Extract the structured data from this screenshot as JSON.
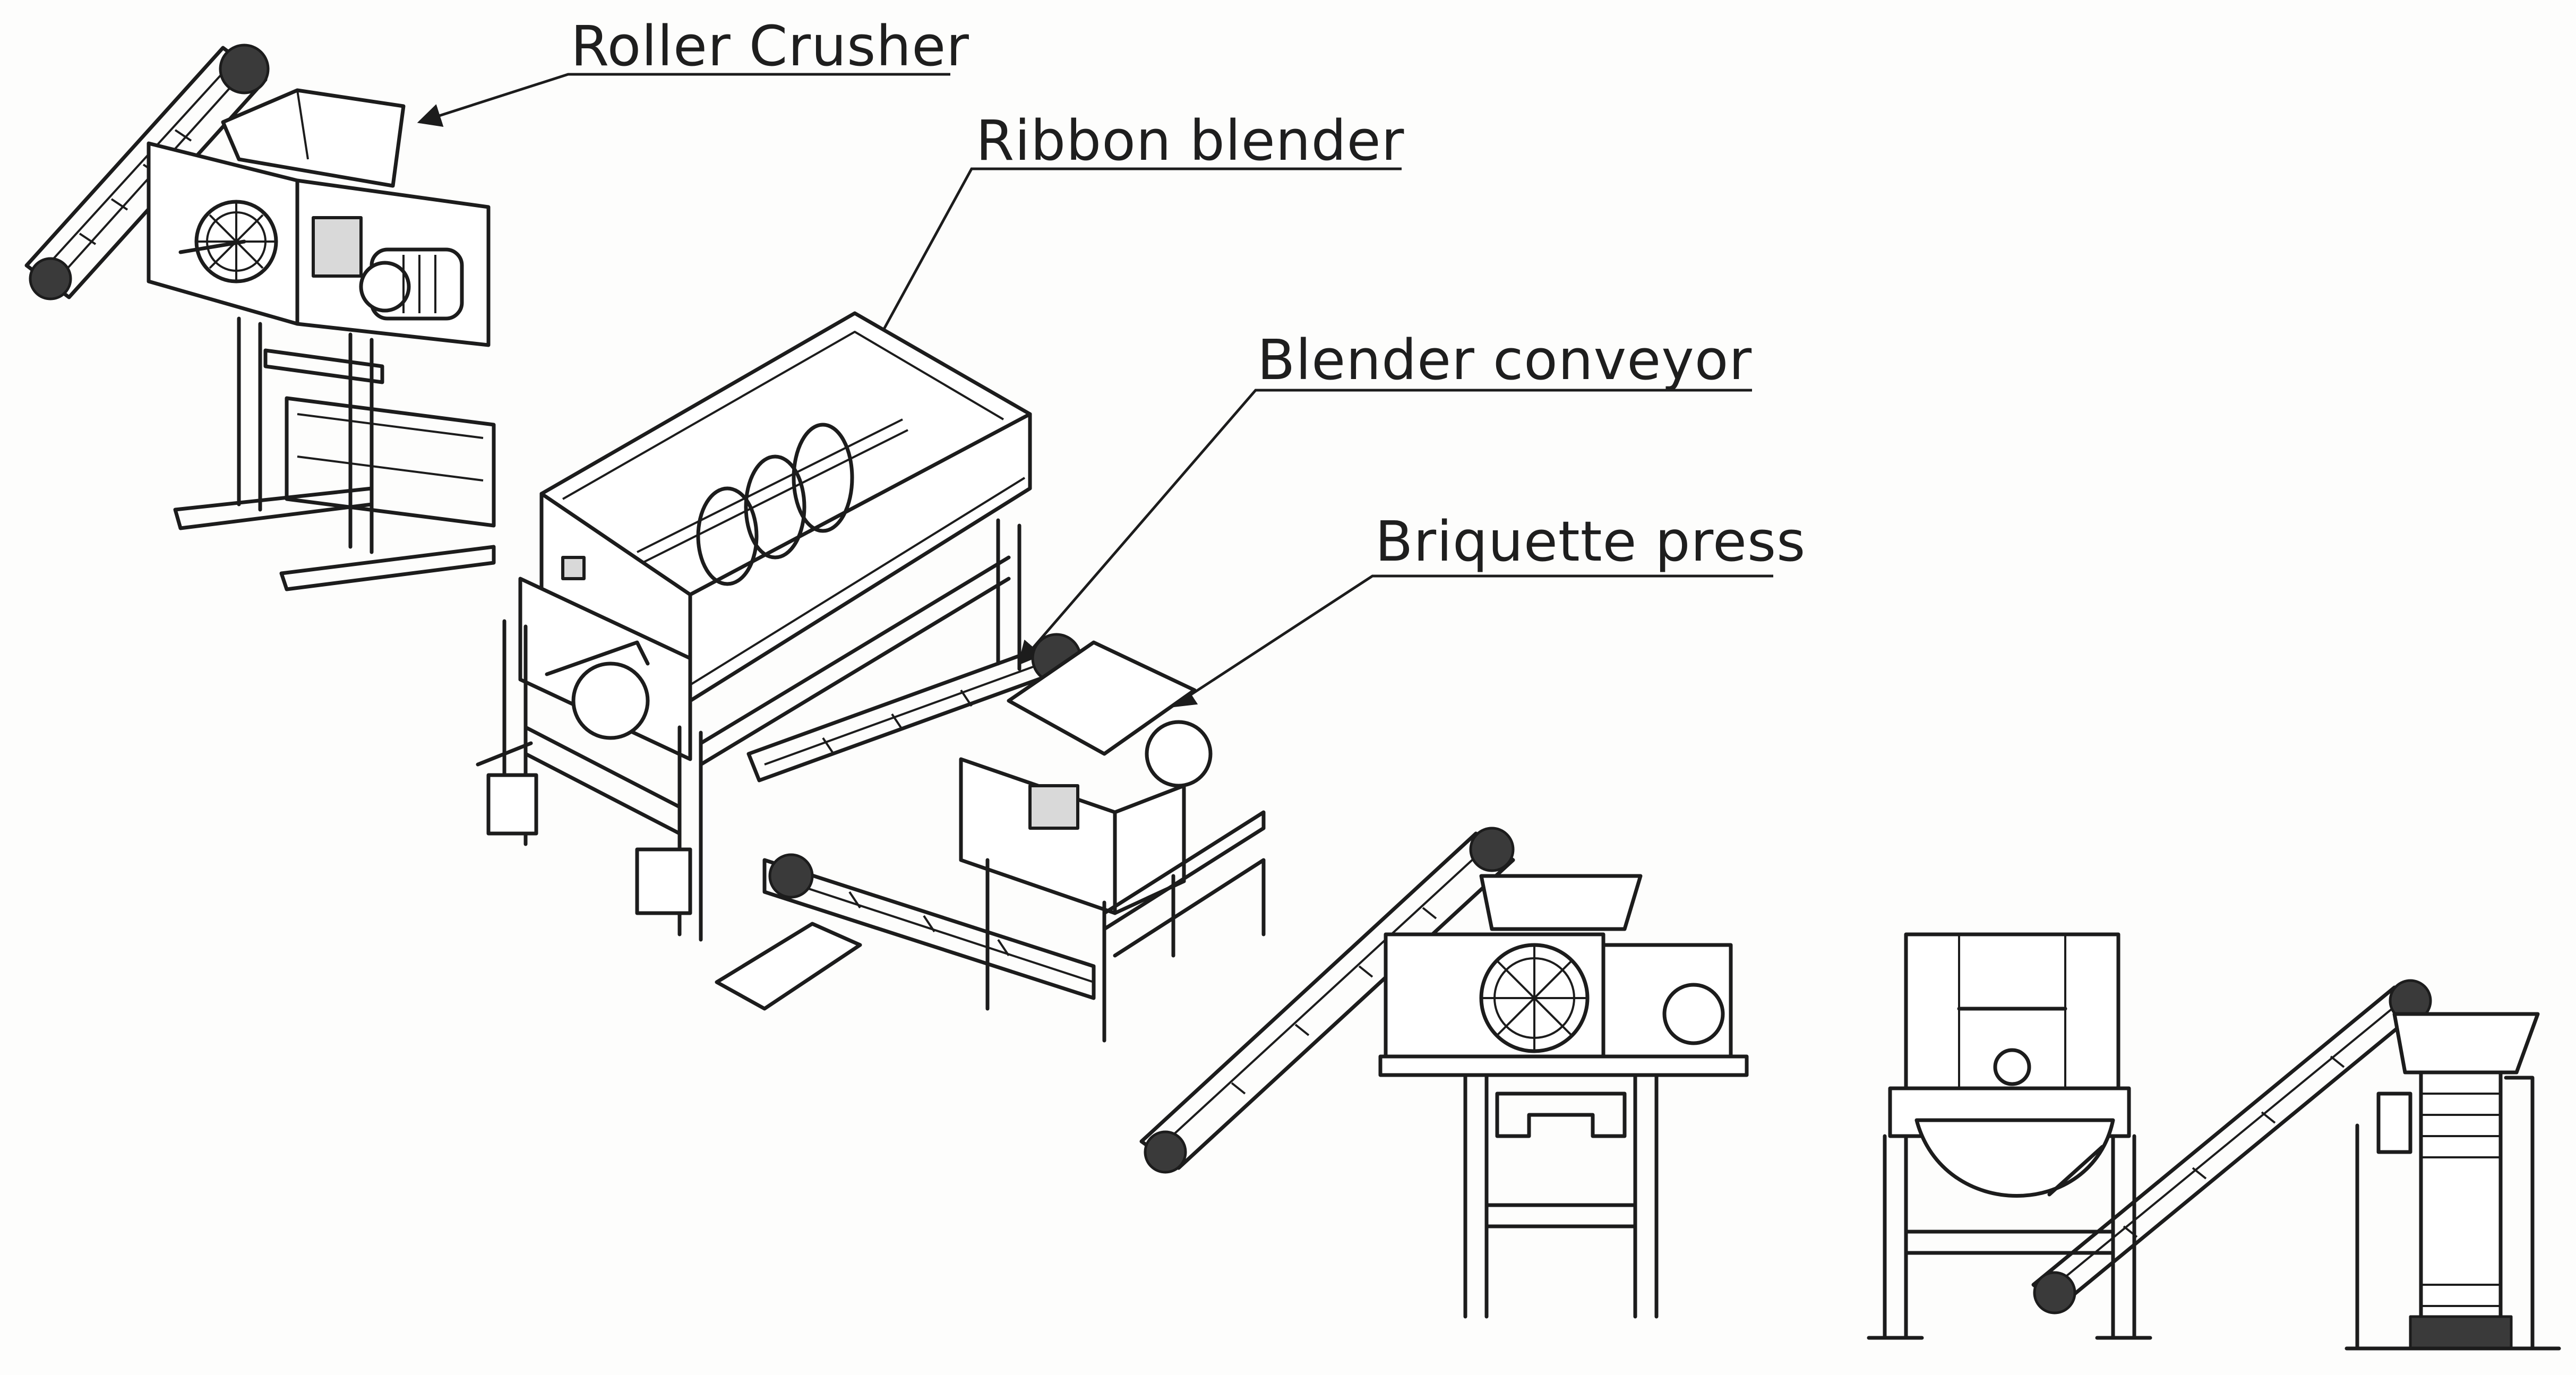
{
  "labels": {
    "roller_crusher": "Roller Crusher",
    "ribbon_blender": "Ribbon blender",
    "blender_conveyor": "Blender conveyor",
    "briquette_press": "Briquette press"
  },
  "colors": {
    "ink": "#1c1c1c",
    "paper": "#fdfdfc"
  }
}
